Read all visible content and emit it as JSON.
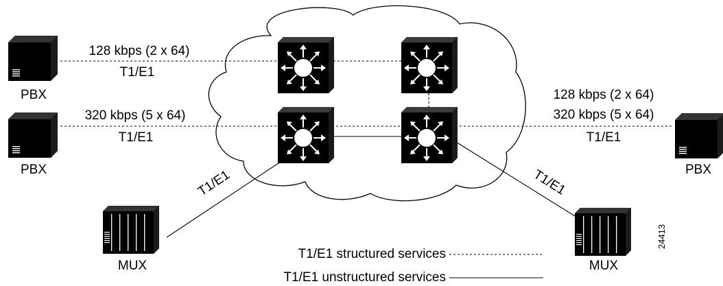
{
  "figure_id": "24413",
  "links": {
    "pbx1_rate": "128 kbps (2 x 64)",
    "pbx1_type": "T1/E1",
    "pbx2_rate": "320 kbps (5 x 64)",
    "pbx2_type": "T1/E1",
    "pbx3_rate_a": "128 kbps (2 x 64)",
    "pbx3_rate_b": "320 kbps (5 x 64)",
    "pbx3_type": "T1/E1",
    "mux1_type": "T1/E1",
    "mux2_type": "T1/E1"
  },
  "devices": {
    "pbx1": "PBX",
    "pbx2": "PBX",
    "pbx3": "PBX",
    "mux1": "MUX",
    "mux2": "MUX"
  },
  "legend": {
    "structured": "T1/E1 structured services",
    "unstructured": "T1/E1 unstructured services"
  }
}
